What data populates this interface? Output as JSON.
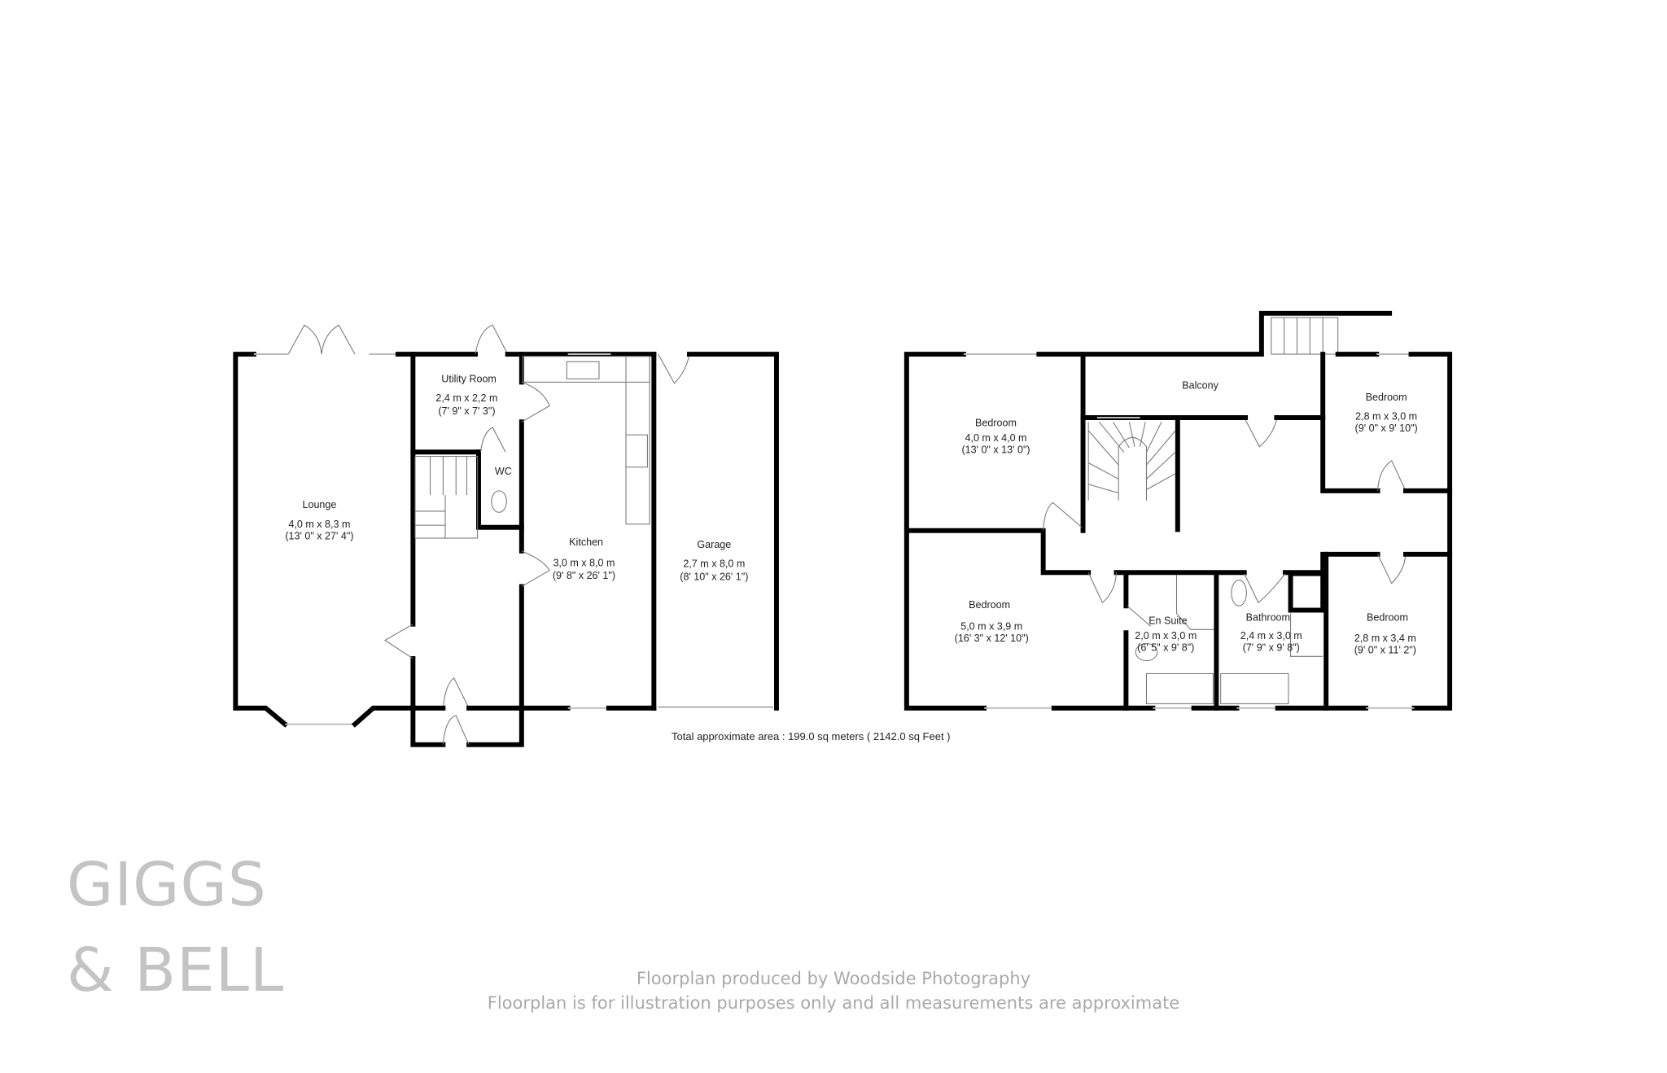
{
  "ground_floor": {
    "rooms": [
      {
        "name": "Lounge",
        "metric": "4,0 m x 8,3 m",
        "imperial": "(13' 0\" x 27' 4\")"
      },
      {
        "name": "Utility Room",
        "metric": "2,4 m x 2,2 m",
        "imperial": "(7' 9\" x 7' 3\")"
      },
      {
        "name": "WC"
      },
      {
        "name": "Kitchen",
        "metric": "3,0 m x 8,0 m",
        "imperial": "(9' 8\" x 26' 1\")"
      },
      {
        "name": "Garage",
        "metric": "2,7 m x 8,0 m",
        "imperial": "(8' 10\" x 26' 1\")"
      }
    ]
  },
  "first_floor": {
    "rooms": [
      {
        "name": "Bedroom",
        "metric": "4,0 m x 4,0 m",
        "imperial": "(13' 0\" x 13' 0\")"
      },
      {
        "name": "Balcony"
      },
      {
        "name": "Bedroom",
        "metric": "2,8 m x 3,0 m",
        "imperial": "(9' 0\" x 9' 10\")"
      },
      {
        "name": "Bedroom",
        "metric": "5,0 m x 3,9 m",
        "imperial": "(16' 3\" x 12' 10\")"
      },
      {
        "name": "En Suite",
        "metric": "2,0 m x 3,0 m",
        "imperial": "(6' 5\" x 9' 8\")"
      },
      {
        "name": "Bathroom",
        "metric": "2,4 m x 3,0 m",
        "imperial": "(7' 9\" x 9' 8\")"
      },
      {
        "name": "Bedroom",
        "metric": "2,8 m x 3,4 m",
        "imperial": "(9' 0\" x 11' 2\")"
      }
    ]
  },
  "total_area": "Total approximate area : 199.0 sq meters ( 2142.0 sq  Feet   )",
  "brand": {
    "line1": "GIGGS",
    "line2": "& BELL"
  },
  "footer": {
    "line1": "Floorplan produced by Woodside Photography",
    "line2": "Floorplan is for illustration purposes only and all measurements are approximate"
  },
  "colors": {
    "walls": "#000000",
    "brand": "#c4c4c4",
    "footer": "#a9a9a9"
  }
}
